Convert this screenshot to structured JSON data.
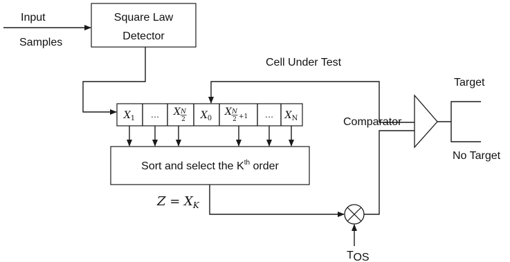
{
  "labels": {
    "input_line1": "Input",
    "input_line2": "Samples",
    "detector_line1": "Square Law",
    "detector_line2": "Detector",
    "cell_under_test": "Cell Under Test",
    "comparator": "Comparator",
    "target": "Target",
    "no_target": "No Target",
    "sort_prefix": "Sort and select the K",
    "sort_sup": "th",
    "sort_suffix": " order",
    "z_lhs": "Z",
    "z_eq": " = ",
    "z_x": "X",
    "z_sub": "K",
    "tos_main": "T",
    "tos_sub": "OS"
  },
  "cells": [
    {
      "kind": "sub",
      "base": "X",
      "sub": "1"
    },
    {
      "kind": "ellipsis",
      "text": "…"
    },
    {
      "kind": "frac",
      "base": "X",
      "num": "N",
      "den": "2",
      "plus": ""
    },
    {
      "kind": "sub",
      "base": "X",
      "sub": "0"
    },
    {
      "kind": "frac",
      "base": "X",
      "num": "N",
      "den": "2",
      "plus": "+1"
    },
    {
      "kind": "ellipsis",
      "text": "…"
    },
    {
      "kind": "sub",
      "base": "X",
      "sub": "N"
    }
  ]
}
